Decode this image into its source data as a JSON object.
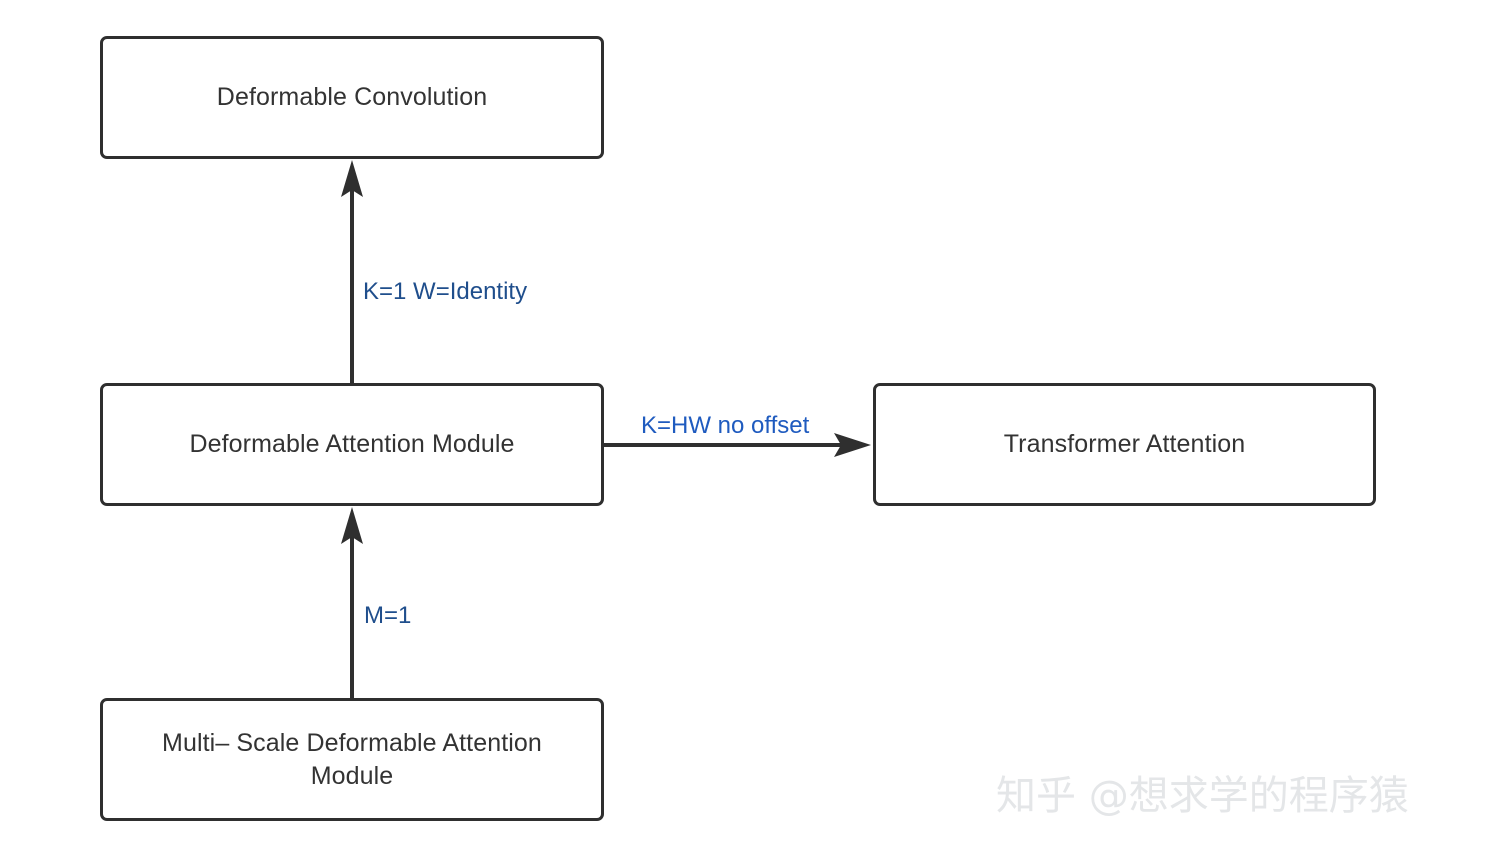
{
  "diagram": {
    "title": "Deformable Attention relationships diagram",
    "colors": {
      "node_border": "#2f2f2f",
      "node_text": "#333333",
      "edge_line": "#2f2f2f",
      "edge_label_blue": "#1f4e8c",
      "edge_label_blue_bright": "#1f5bbf",
      "background": "#ffffff",
      "watermark": "#e4e6e8"
    },
    "nodes": [
      {
        "id": "deformable-convolution",
        "label": "Deformable Convolution"
      },
      {
        "id": "deformable-attention-module",
        "label": "Deformable Attention Module"
      },
      {
        "id": "transformer-attention",
        "label": "Transformer Attention"
      },
      {
        "id": "multiscale-deformable-attention-module",
        "label": "Multi– Scale Deformable Attention\nModule"
      }
    ],
    "edges": [
      {
        "id": "attention-to-convolution",
        "from": "deformable-attention-module",
        "to": "deformable-convolution",
        "label": "K=1 W=Identity",
        "direction": "up"
      },
      {
        "id": "attention-to-transformer",
        "from": "deformable-attention-module",
        "to": "transformer-attention",
        "label": "K=HW no offset",
        "direction": "right"
      },
      {
        "id": "multiscale-to-attention",
        "from": "multiscale-deformable-attention-module",
        "to": "deformable-attention-module",
        "label": "M=1",
        "direction": "up"
      }
    ],
    "watermark": "知乎 @想求学的程序猿"
  }
}
